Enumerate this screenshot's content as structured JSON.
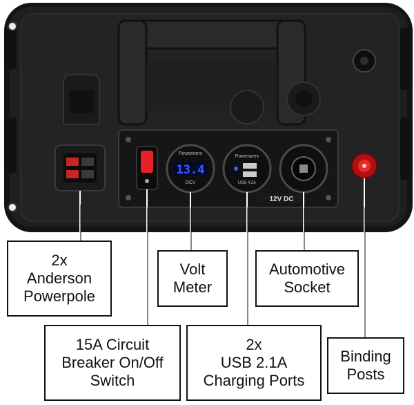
{
  "panel": {
    "voltmeter_display": "13.4",
    "voltmeter_unit": "DCV",
    "voltmeter_brand": "Powerwerx",
    "usb_brand": "Powerwerx",
    "usb_rating": "USB 4.2A",
    "plate_label": "12V DC"
  },
  "callouts": {
    "anderson": [
      "2x",
      "Anderson",
      "Powerpole"
    ],
    "breaker": [
      "15A Circuit",
      "Breaker On/Off",
      "Switch"
    ],
    "voltmeter": [
      "Volt",
      "Meter"
    ],
    "usb": [
      "2x",
      "USB 2.1A",
      "Charging Ports"
    ],
    "automotive": [
      "Automotive",
      "Socket"
    ],
    "binding": [
      "Binding",
      "Posts"
    ]
  },
  "colors": {
    "case": "#1c1c1e",
    "panel": "#161617",
    "display": "#3a5cff",
    "switch_red": "#e8202a",
    "post_red": "#d61a1a"
  }
}
